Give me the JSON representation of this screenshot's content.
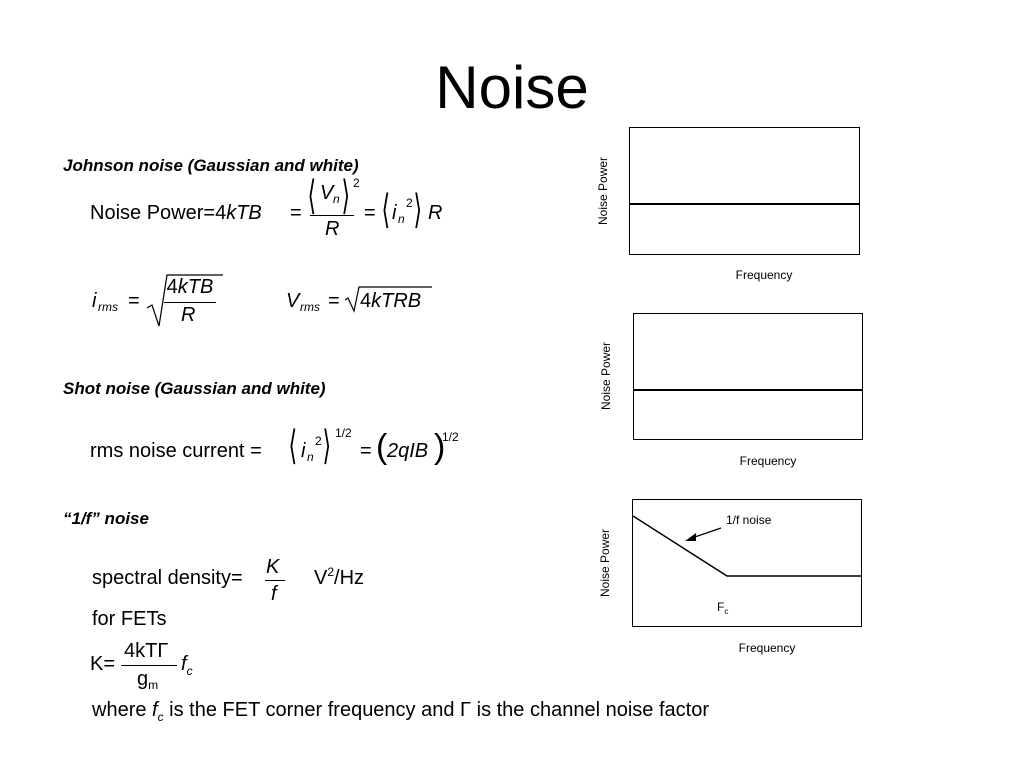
{
  "title": "Noise",
  "johnson": {
    "heading": "Johnson noise (Gaussian and white)",
    "noise_power_label": "Noise Power",
    "eq_sign": "=",
    "four": "4",
    "kTB": "kTB",
    "V": "V",
    "n": "n",
    "two": "2",
    "R": "R",
    "i": "i",
    "rms": "rms",
    "four_kTB": "4kTB",
    "four_kTRB_4": "4",
    "kTRB": "kTRB"
  },
  "shot": {
    "heading": "Shot noise (Gaussian and white)",
    "label": "rms noise current",
    "exp": "1/2",
    "two_qIB": "2qIB"
  },
  "flicker": {
    "heading": "“1/f” noise",
    "spectral_label": "spectral density",
    "K": "K",
    "f": "f",
    "units_V": "V",
    "units_rest": "/Hz",
    "for_fets": "for FETs",
    "K_eq": "K=",
    "num": "4kTΓ",
    "g": "g",
    "m": "m",
    "fc_f": "f",
    "fc_c": "c",
    "where_1": "where ",
    "where_2": " is the FET corner frequency and ",
    "gamma": "Γ",
    "where_3": " is the channel noise factor"
  },
  "plots": [
    {
      "ylabel": "Noise Power",
      "xlabel": "Frequency"
    },
    {
      "ylabel": "Noise Power",
      "xlabel": "Frequency"
    },
    {
      "ylabel": "Noise Power",
      "xlabel": "Frequency",
      "annotation": "1/f noise",
      "fc_F": "F",
      "fc_c": "c"
    }
  ]
}
